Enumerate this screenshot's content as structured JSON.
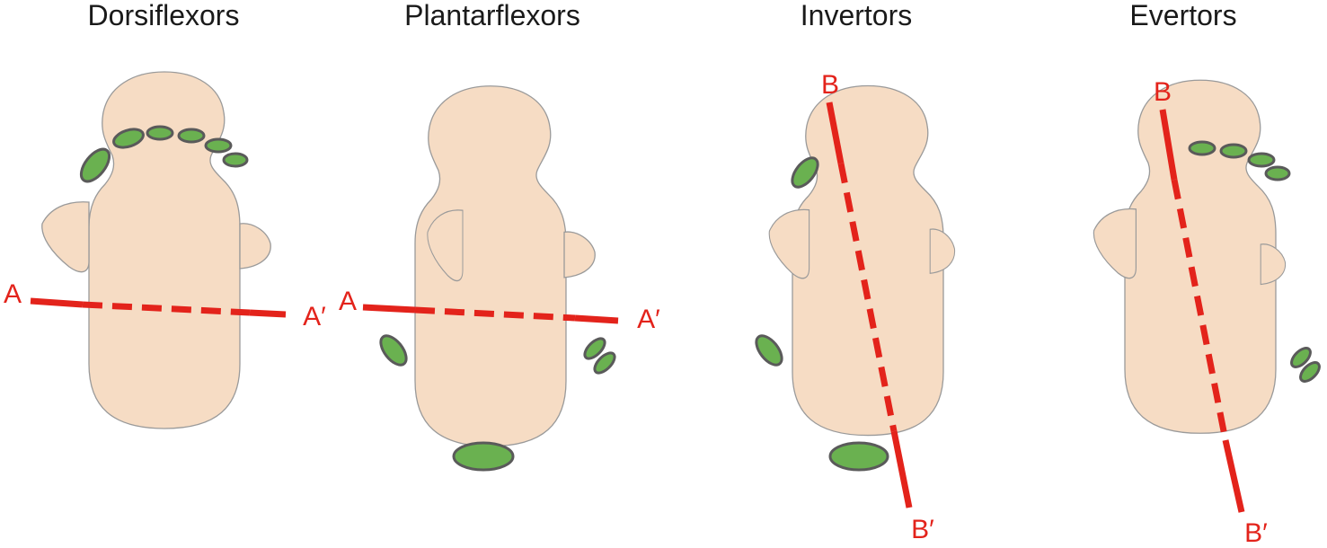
{
  "colors": {
    "bone_fill": "#f6dcc4",
    "muscle_fill": "#6ab150",
    "axis_line": "#e3231b",
    "title_text": "#1a1a1a"
  },
  "panels": [
    {
      "title": "Dorsiflexors",
      "axis_start_label": "A",
      "axis_end_label": "A′"
    },
    {
      "title": "Plantarflexors",
      "axis_start_label": "A",
      "axis_end_label": "A′"
    },
    {
      "title": "Invertors",
      "axis_start_label": "B",
      "axis_end_label": "B′"
    },
    {
      "title": "Evertors",
      "axis_start_label": "B",
      "axis_end_label": "B′"
    }
  ]
}
